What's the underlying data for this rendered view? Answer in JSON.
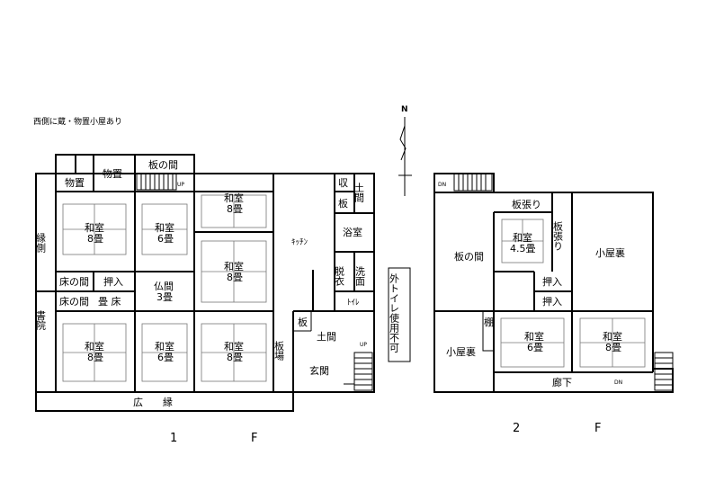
{
  "note": "西側に蔵・物置小屋あり",
  "north_label": "N",
  "floor1": {
    "label_num": "1",
    "label_f": "F",
    "rooms": {
      "monooki_1": "物置",
      "monooki_2": "物置",
      "itanoma_top": "板の間",
      "up_stair_top": "UP",
      "washitsu_nw_name": "和室",
      "washitsu_nw_size": "8畳",
      "washitsu_nc_name": "和室",
      "washitsu_nc_size": "6畳",
      "washitsu_ne_name": "和室",
      "washitsu_ne_size": "8畳",
      "washitsu_e2_name": "和室",
      "washitsu_e2_size": "8畳",
      "engawa_west": "縁側",
      "tokonoma_1": "床の間",
      "oshiire_1": "押入",
      "tokonoma_2": "床の間",
      "tatamidoko": "畳 床",
      "butsuma_name": "仏間",
      "butsuma_size": "3畳",
      "shoin": "書院",
      "washitsu_sw_name": "和室",
      "washitsu_sw_size": "8畳",
      "washitsu_sc_name": "和室",
      "washitsu_sc_size": "6畳",
      "washitsu_se_name": "和室",
      "washitsu_se_size": "8畳",
      "hiroen": "広　　縁",
      "kitchen": "ｷｯﾁﾝ",
      "shu": "収",
      "ita_small": "板",
      "doma_small": "土間",
      "yokushitsu": "浴室",
      "datsui": "脱衣",
      "senmen": "洗面",
      "toilet": "ﾄｲﾚ",
      "ita_genkan": "板",
      "itaba": "板場",
      "doma": "土間",
      "genkan": "玄関",
      "up_stair_genkan": "UP"
    }
  },
  "outside_toilet": "外トイレ使用不可",
  "floor2": {
    "label_num": "2",
    "label_f": "F",
    "rooms": {
      "dn_stair": "DN",
      "itabari_top": "板張り",
      "itabari_side": "板張り",
      "itanoma": "板の間",
      "washitsu_45_name": "和室",
      "washitsu_45_size": "4.5畳",
      "koyaura_right": "小屋裏",
      "oshiire_1": "押入",
      "oshiire_2": "押入",
      "tana": "棚",
      "koyaura_left": "小屋裏",
      "washitsu_6_name": "和室",
      "washitsu_6_size": "6畳",
      "washitsu_8_name": "和室",
      "washitsu_8_size": "8畳",
      "rouka": "廊下",
      "dn_corridor": "DN"
    }
  }
}
